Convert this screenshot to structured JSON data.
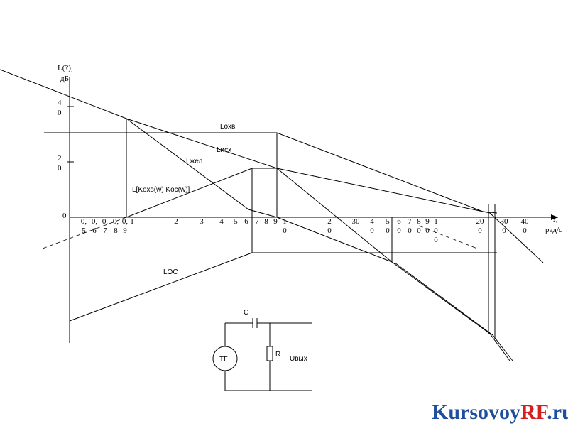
{
  "y_axis": {
    "label_line1": "L(?),",
    "label_line2": "дБ",
    "ticks": [
      {
        "top": "4",
        "bottom": "0"
      },
      {
        "top": "2",
        "bottom": "0"
      }
    ],
    "zero": "0"
  },
  "x_axis": {
    "label_line1": "?,",
    "label_line2": "рад/с",
    "ticks": [
      {
        "top": "0,",
        "bottom": "5"
      },
      {
        "top": "0,",
        "bottom": "6"
      },
      {
        "top": "0,",
        "bottom": "7"
      },
      {
        "top": "0,",
        "bottom": "8"
      },
      {
        "top": "0,",
        "bottom": "9"
      },
      {
        "top": "1",
        "bottom": ""
      },
      {
        "top": "2",
        "bottom": ""
      },
      {
        "top": "3",
        "bottom": ""
      },
      {
        "top": "4",
        "bottom": ""
      },
      {
        "top": "5",
        "bottom": ""
      },
      {
        "top": "6",
        "bottom": ""
      },
      {
        "top": "7",
        "bottom": ""
      },
      {
        "top": "8",
        "bottom": ""
      },
      {
        "top": "9",
        "bottom": ""
      },
      {
        "top": "1",
        "bottom": "0"
      },
      {
        "top": "2",
        "bottom": "0"
      },
      {
        "top": "30",
        "bottom": ""
      },
      {
        "top": "4",
        "bottom": "0"
      },
      {
        "top": "5",
        "bottom": "0"
      },
      {
        "top": "6",
        "bottom": "0"
      },
      {
        "top": "7",
        "bottom": "0"
      },
      {
        "top": "8",
        "bottom": "0"
      },
      {
        "top": "9",
        "bottom": "0"
      },
      {
        "top": "1",
        "mid": "0",
        "bottom": "0"
      },
      {
        "top": "20",
        "bottom": "0"
      },
      {
        "top": "30",
        "bottom": "0"
      },
      {
        "top": "40",
        "bottom": "0"
      }
    ]
  },
  "curves": {
    "l_oxv": "Lохв",
    "l_isx": "Lисх",
    "l_zhel": "Lжел",
    "l_product": "L[Kохв(w) Kос(w)]",
    "l_os": "LОС"
  },
  "circuit": {
    "capacitor": "C",
    "resistor": "R",
    "generator": "ТГ",
    "output": "Uвых"
  },
  "watermark": {
    "part1": "Kursovoy",
    "part2": "RF",
    "part3": ".ru",
    "color1": "#1f4e9c",
    "color2": "#d42020"
  }
}
